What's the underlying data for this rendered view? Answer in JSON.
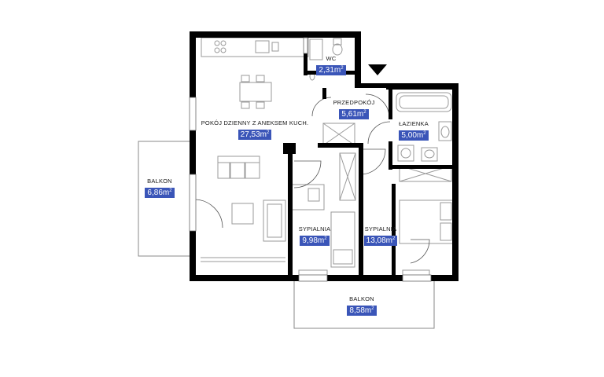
{
  "rooms": {
    "wc": {
      "name": "WC",
      "area": "2,31",
      "unit": "m",
      "exp": "2"
    },
    "hall": {
      "name": "PRZEDPOKÓJ",
      "area": "5,61",
      "unit": "m",
      "exp": "2"
    },
    "living": {
      "name": "POKÓJ DZIENNY Z ANEKSEM KUCH.",
      "area": "27,53",
      "unit": "m",
      "exp": "2"
    },
    "bath": {
      "name": "ŁAZIENKA",
      "area": "5,00",
      "unit": "m",
      "exp": "2"
    },
    "balcony_left": {
      "name": "BALKON",
      "area": "6,86",
      "unit": "m",
      "exp": "2"
    },
    "bedroom_1": {
      "name": "SYPIALNIA",
      "area": "9,98",
      "unit": "m",
      "exp": "2"
    },
    "bedroom_2": {
      "name": "SYPIALNIA",
      "area": "13,08",
      "unit": "m",
      "exp": "2"
    },
    "balcony_bottom": {
      "name": "BALKON",
      "area": "8,58",
      "unit": "m",
      "exp": "2"
    }
  },
  "colors": {
    "wall": "#000000",
    "label_bg": "#3a55b8",
    "furniture": "#999999"
  },
  "icons": {
    "entrance": "entrance-arrow-icon"
  }
}
